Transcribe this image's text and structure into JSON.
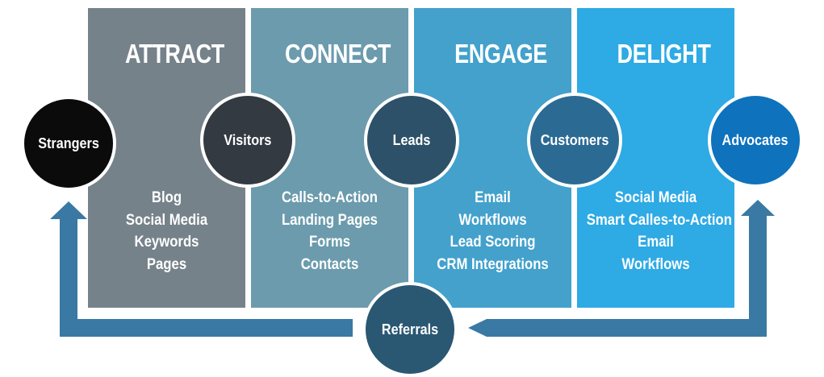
{
  "stages": [
    {
      "title": "ATTRACT",
      "color": "#76828a",
      "items": [
        "Blog",
        "Social Media",
        "Keywords",
        "Pages"
      ]
    },
    {
      "title": "CONNECT",
      "color": "#6b9bad",
      "items": [
        "Calls-to-Action",
        "Landing Pages",
        "Forms",
        "Contacts"
      ]
    },
    {
      "title": "ENGAGE",
      "color": "#43a1cc",
      "items": [
        "Email",
        "Workflows",
        "Lead Scoring",
        "CRM Integrations"
      ]
    },
    {
      "title": "DELIGHT",
      "color": "#2eaae4",
      "items": [
        "Social Media",
        "Smart Calles-to-Action",
        "Email",
        "Workflows"
      ]
    }
  ],
  "nodes": [
    {
      "label": "Strangers",
      "color": "#0b0b0b"
    },
    {
      "label": "Visitors",
      "color": "#333a42"
    },
    {
      "label": "Leads",
      "color": "#2d5168"
    },
    {
      "label": "Customers",
      "color": "#2b6a93"
    },
    {
      "label": "Advocates",
      "color": "#0e72bd"
    },
    {
      "label": "Referrals",
      "color": "#2a5873"
    }
  ],
  "colors": {
    "loop_arrow": "#3a79a3"
  }
}
